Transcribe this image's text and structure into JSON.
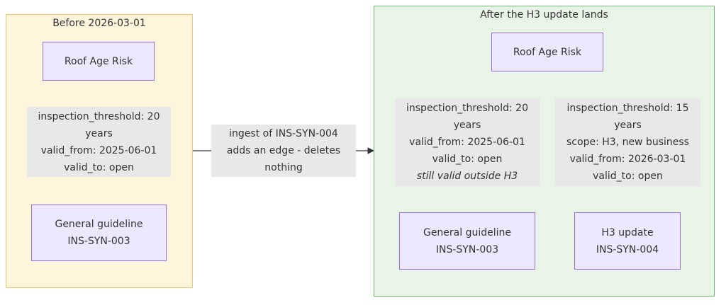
{
  "clusters": {
    "before": {
      "title": "Before 2026-03-01",
      "nodes": {
        "roof_age_risk": "Roof Age Risk",
        "general_guideline": {
          "line1": "General guideline",
          "line2": "INS-SYN-003"
        }
      },
      "edge_label": {
        "line1": "inspection_threshold: 20",
        "line2": "years",
        "line3": "valid_from: 2025-06-01",
        "line4": "valid_to: open"
      }
    },
    "after": {
      "title": "After the H3 update lands",
      "nodes": {
        "roof_age_risk": "Roof Age Risk",
        "general_guideline": {
          "line1": "General guideline",
          "line2": "INS-SYN-003"
        },
        "h3_update": {
          "line1": "H3 update",
          "line2": "INS-SYN-004"
        }
      },
      "edge_label_general": {
        "line1": "inspection_threshold: 20",
        "line2": "years",
        "line3": "valid_from: 2025-06-01",
        "line4": "valid_to: open",
        "line5": "still valid outside H3"
      },
      "edge_label_h3": {
        "line1": "inspection_threshold: 15",
        "line2": "years",
        "line3": "scope: H3, new business",
        "line4": "valid_from: 2026-03-01",
        "line5": "valid_to: open"
      }
    }
  },
  "transition": {
    "line1": "ingest of INS-SYN-004",
    "line2": "adds an edge - deletes",
    "line3": "nothing"
  },
  "colors": {
    "node_fill": "#ece8ff",
    "node_border": "#9370db",
    "before_fill": "#fff5dc",
    "before_border": "#e8c97a",
    "after_fill": "#e8f4e6",
    "after_border": "#6fb16d",
    "edge_label_fill": "#e8e8e8",
    "edge_stroke": "#333333"
  }
}
